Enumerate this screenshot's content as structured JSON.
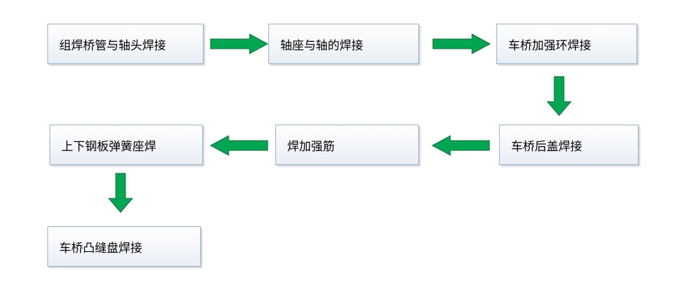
{
  "diagram": {
    "steps": [
      {
        "label": "组焊桥管与轴头焊接"
      },
      {
        "label": "轴座与轴的焊接"
      },
      {
        "label": "车桥加强环焊接"
      },
      {
        "label": "车桥后盖焊接"
      },
      {
        "label": "焊加强筋"
      },
      {
        "label": "上下钢板弹簧座焊"
      },
      {
        "label": "车桥凸缝盘焊接"
      }
    ],
    "colors": {
      "arrow_fill": "#00a651",
      "box_border": "#95b3d7"
    }
  }
}
